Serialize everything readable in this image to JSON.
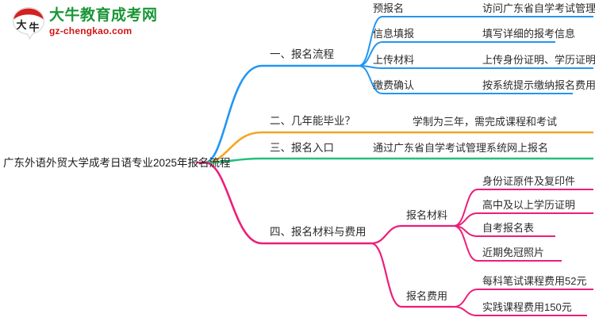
{
  "logo": {
    "mark_name": "daniu-logo-mark",
    "mark_text": "大牛",
    "title": "大牛教育成考网",
    "subtitle": "gz-chengkao.com",
    "title_color": "#1a9636",
    "subtitle_color": "#cf1616",
    "mark_color": "#d32121"
  },
  "mindmap": {
    "root": "广东外语外贸大学成考日语专业2025年报名流程",
    "colors": {
      "branch1": "#2196f3",
      "branch2": "#f5a623",
      "branch3": "#21c17a",
      "branch4": "#ec1e79"
    },
    "branches": [
      {
        "label": "一、报名流程",
        "color": "#2196f3",
        "children": [
          {
            "label": "预报名",
            "detail": "访问广东省自学考试管理系统注册"
          },
          {
            "label": "信息填报",
            "detail": "填写详细的报考信息"
          },
          {
            "label": "上传材料",
            "detail": "上传身份证明、学历证明及照片"
          },
          {
            "label": "缴费确认",
            "detail": "按系统提示缴纳报名费用"
          }
        ]
      },
      {
        "label": "二、几年能毕业？",
        "color": "#f5a623",
        "children": [
          {
            "label": "学制为三年，需完成课程和考试",
            "detail": ""
          }
        ]
      },
      {
        "label": "三、报名入口",
        "color": "#21c17a",
        "children": [
          {
            "label": "通过广东省自学考试管理系统网上报名",
            "detail": ""
          }
        ]
      },
      {
        "label": "四、报名材料与费用",
        "color": "#ec1e79",
        "children": [
          {
            "label": "报名材料",
            "items": [
              "身份证原件及复印件",
              "高中及以上学历证明",
              "自考报名表",
              "近期免冠照片"
            ]
          },
          {
            "label": "报名费用",
            "items": [
              "每科笔试课程费用52元",
              "实践课程费用150元"
            ]
          }
        ]
      }
    ]
  }
}
